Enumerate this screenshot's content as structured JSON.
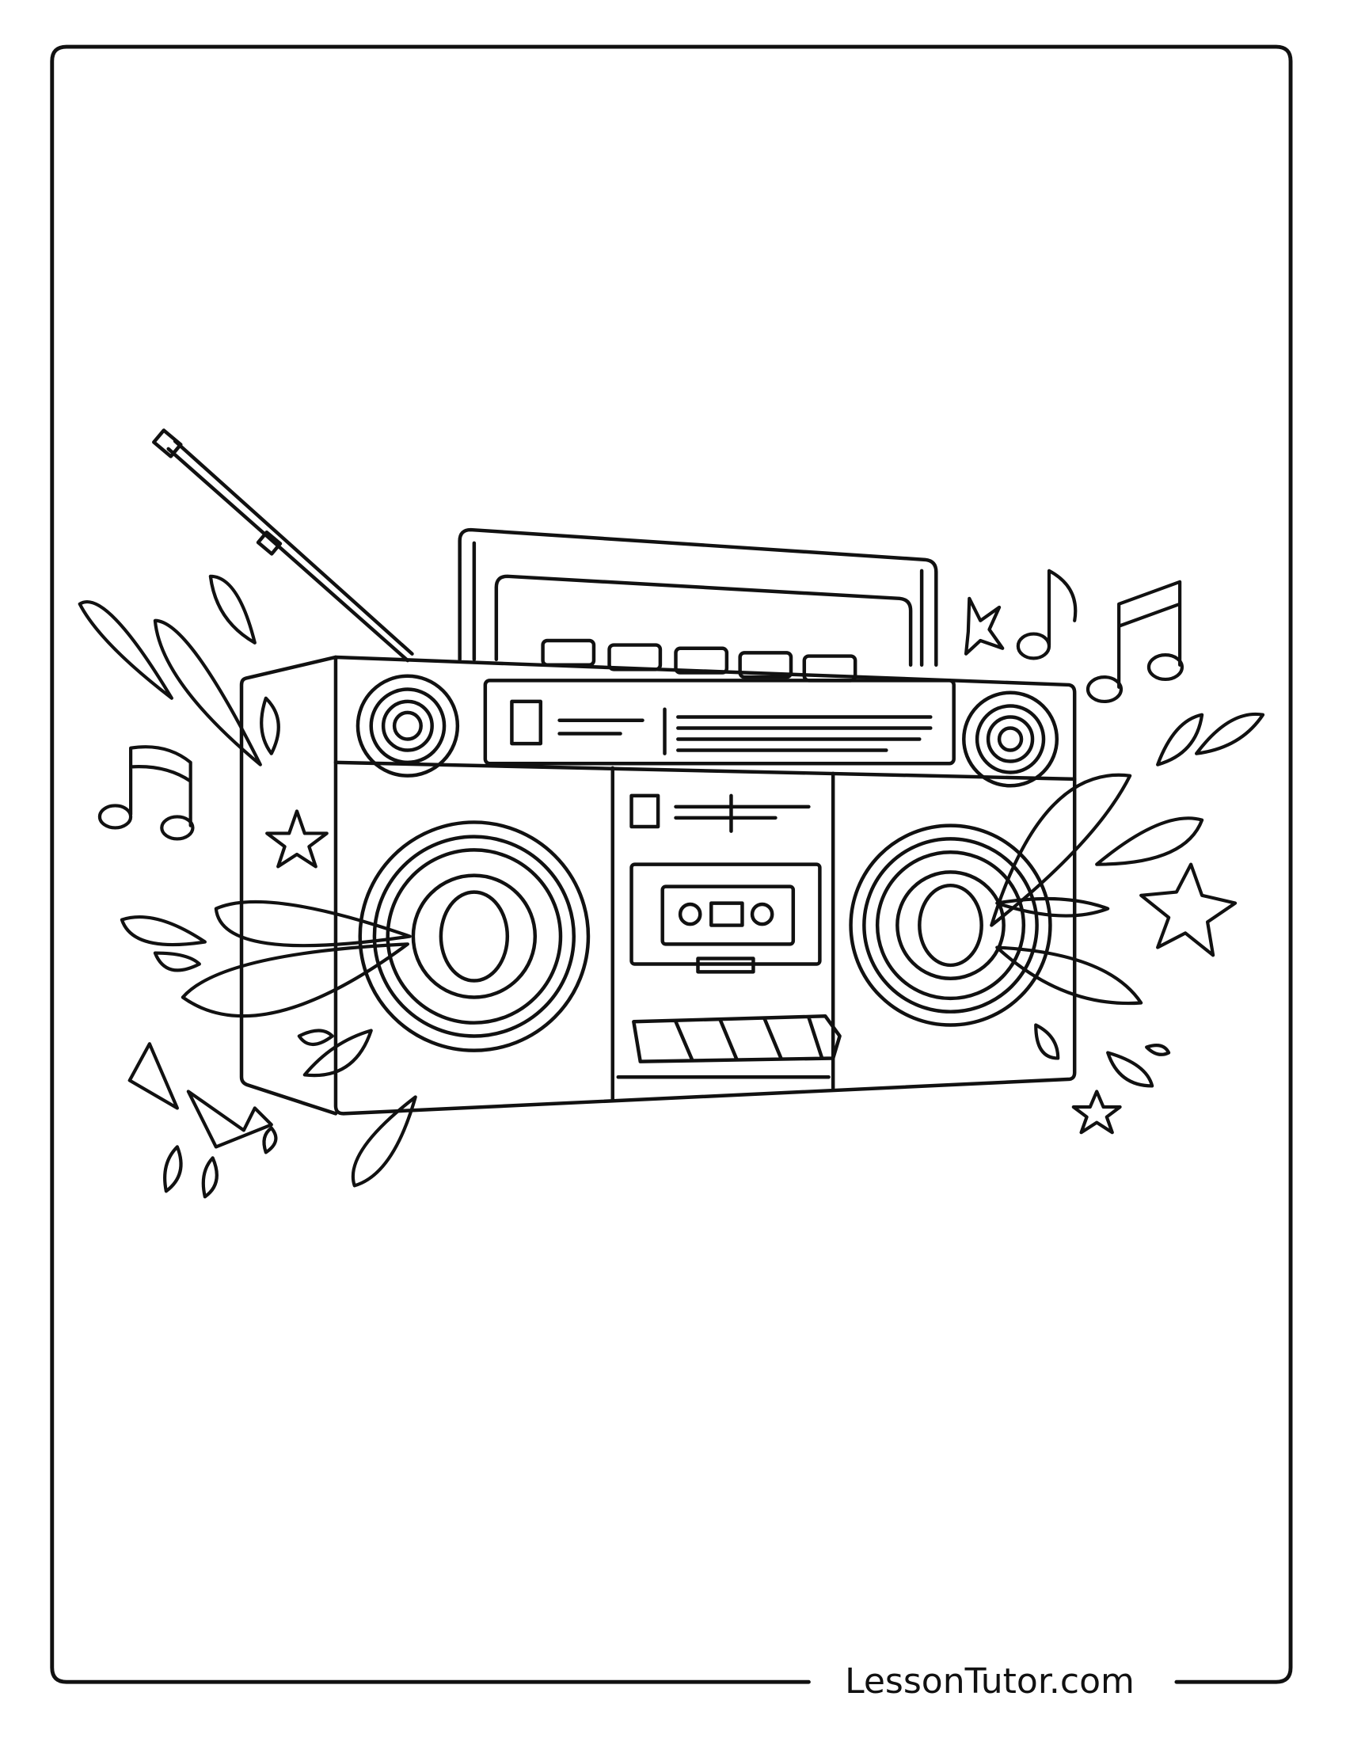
{
  "page": {
    "type": "coloring-page",
    "subject": "boombox-radio-with-music-notes",
    "footer_text": "LessonTutor.com",
    "line_color": "#111111",
    "background_color": "#ffffff"
  }
}
